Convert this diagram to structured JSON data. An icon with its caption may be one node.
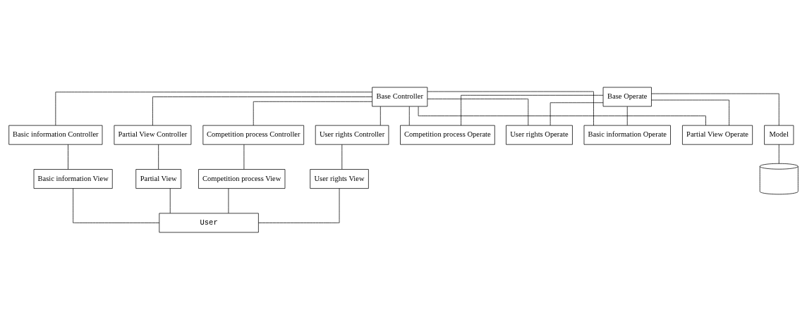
{
  "diagram": {
    "nodes": [
      {
        "text": [
          "Base Controller"
        ]
      },
      {
        "text": [
          "Competition process Controller"
        ]
      },
      {
        "text": [
          "User rights Controller"
        ]
      },
      {
        "text": [
          "Basic information Controller"
        ]
      },
      {
        "text": [
          "Partial View Controller"
        ]
      },
      {
        "text": [
          "Competition process View"
        ]
      },
      {
        "text": [
          "User rights View"
        ]
      },
      {
        "text": [
          "Basic information View"
        ]
      },
      {
        "text": [
          "Partial View"
        ]
      },
      {
        "text": [
          "User"
        ]
      },
      {
        "text": [
          "Base Operate"
        ]
      },
      {
        "text": [
          "Partial View Operate"
        ]
      },
      {
        "text": [
          "Competition process Operate"
        ]
      },
      {
        "text": [
          "User rights Operate"
        ]
      },
      {
        "text": [
          "Basic information Operate"
        ]
      },
      {
        "text": [
          "Model"
        ]
      },
      {
        "text": [],
        "shape": "cylinder"
      }
    ],
    "edges": [
      {
        "from": 0,
        "to": 1,
        "arrow": "none"
      },
      {
        "from": 0,
        "to": 2,
        "arrow": "none"
      },
      {
        "from": 0,
        "to": 3,
        "arrow": "none"
      },
      {
        "from": 0,
        "to": 4,
        "arrow": "none"
      },
      {
        "from": 1,
        "to": 5,
        "arrow": "none"
      },
      {
        "from": 2,
        "to": 6,
        "arrow": "none"
      },
      {
        "from": 3,
        "to": 7,
        "arrow": "none"
      },
      {
        "from": 4,
        "to": 8,
        "arrow": "none"
      },
      {
        "from": 5,
        "to": 9,
        "arrow": "none"
      },
      {
        "from": 6,
        "to": 9,
        "arrow": "none"
      },
      {
        "from": 7,
        "to": 9,
        "arrow": "none"
      },
      {
        "from": 8,
        "to": 9,
        "arrow": "none"
      },
      {
        "from": 0,
        "to": 11,
        "arrow": "none"
      },
      {
        "from": 0,
        "to": 12,
        "arrow": "none"
      },
      {
        "from": 0,
        "to": 13,
        "arrow": "none"
      },
      {
        "from": 0,
        "to": 14,
        "arrow": "none"
      },
      {
        "from": 10,
        "to": 11,
        "arrow": "none"
      },
      {
        "from": 10,
        "to": 12,
        "arrow": "none"
      },
      {
        "from": 10,
        "to": 13,
        "arrow": "none"
      },
      {
        "from": 10,
        "to": 14,
        "arrow": "none"
      },
      {
        "from": 10,
        "to": 15,
        "arrow": "none"
      },
      {
        "from": 15,
        "to": 16,
        "arrow": "none"
      }
    ]
  }
}
